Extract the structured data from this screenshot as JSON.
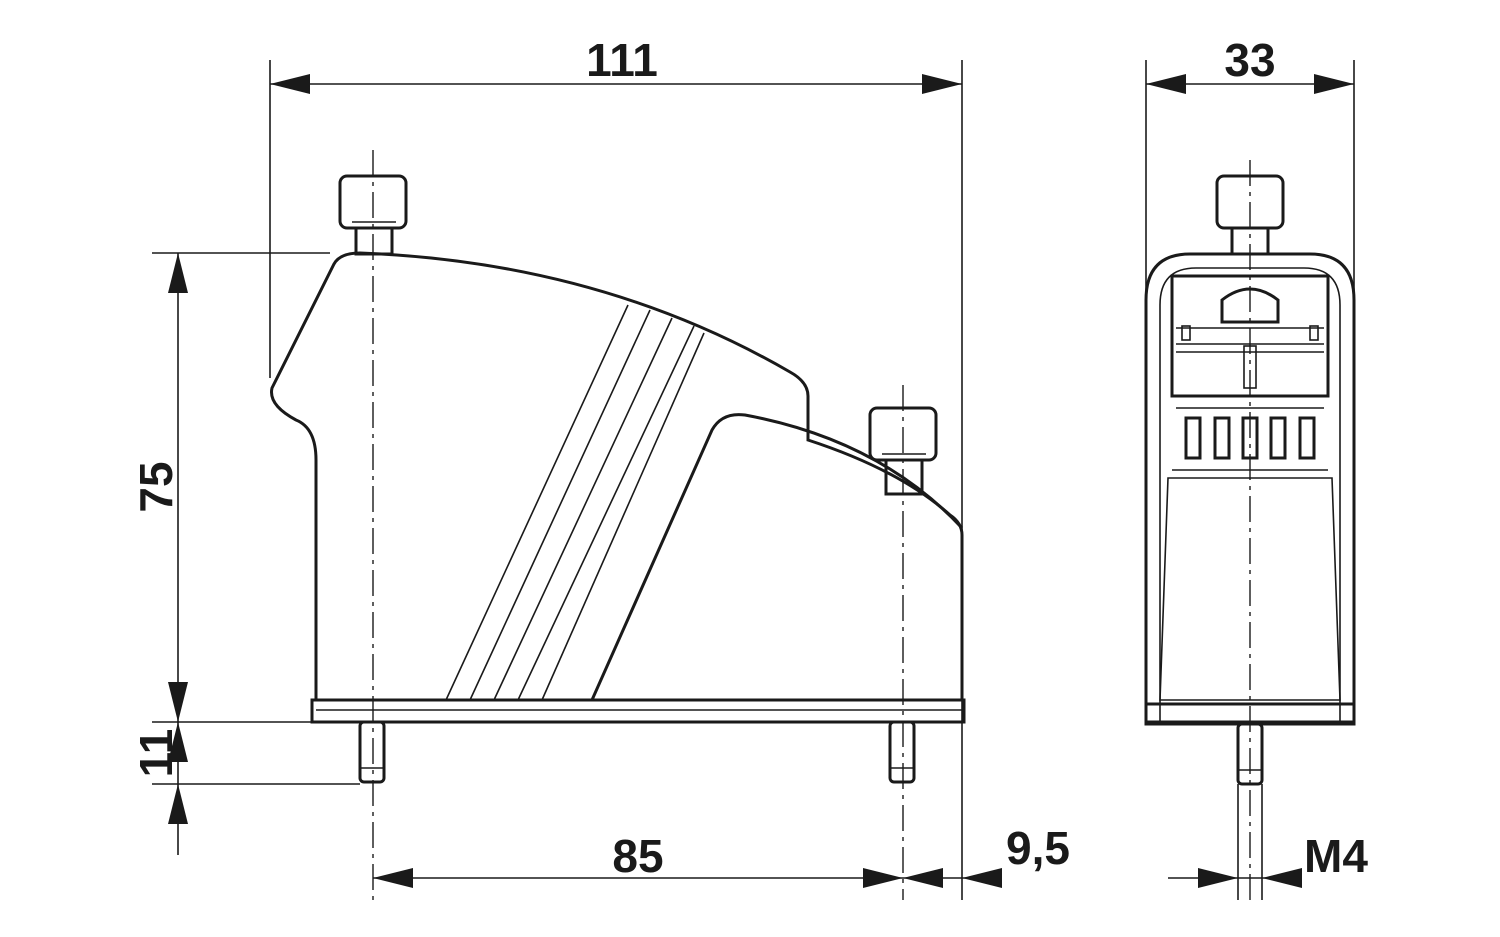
{
  "dimensions": {
    "overall_width": "111",
    "side_width": "33",
    "height": "75",
    "pin_length": "11",
    "pin_spacing": "85",
    "offset": "9,5",
    "thread": "M4"
  },
  "colors": {
    "ink": "#1a1a1a",
    "background": "#ffffff"
  }
}
